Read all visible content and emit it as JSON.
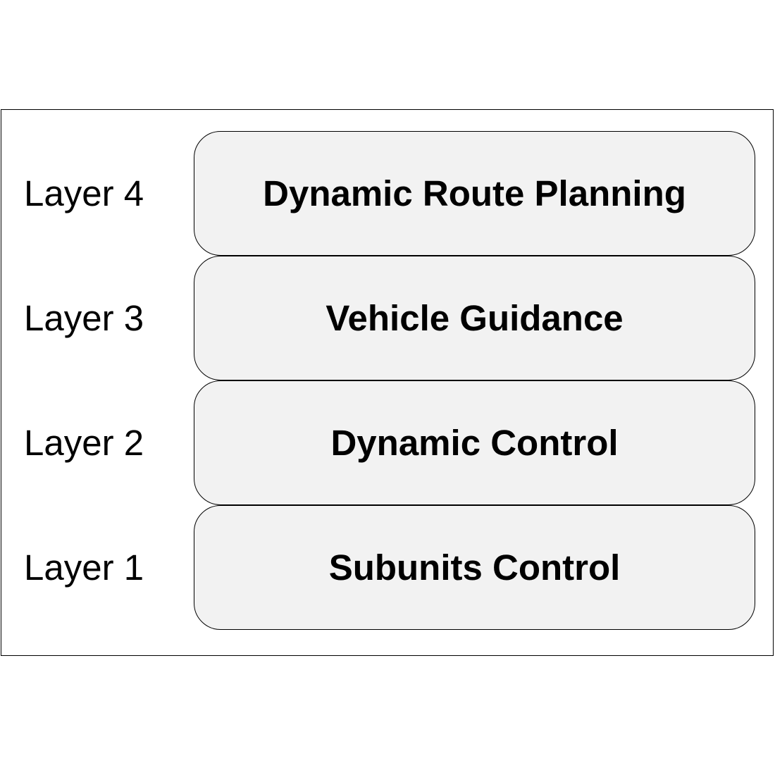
{
  "layers": [
    {
      "label": "Layer 4",
      "name": "Dynamic Route Planning"
    },
    {
      "label": "Layer 3",
      "name": "Vehicle Guidance"
    },
    {
      "label": "Layer 2",
      "name": "Dynamic Control"
    },
    {
      "label": "Layer 1",
      "name": "Subunits Control"
    }
  ]
}
